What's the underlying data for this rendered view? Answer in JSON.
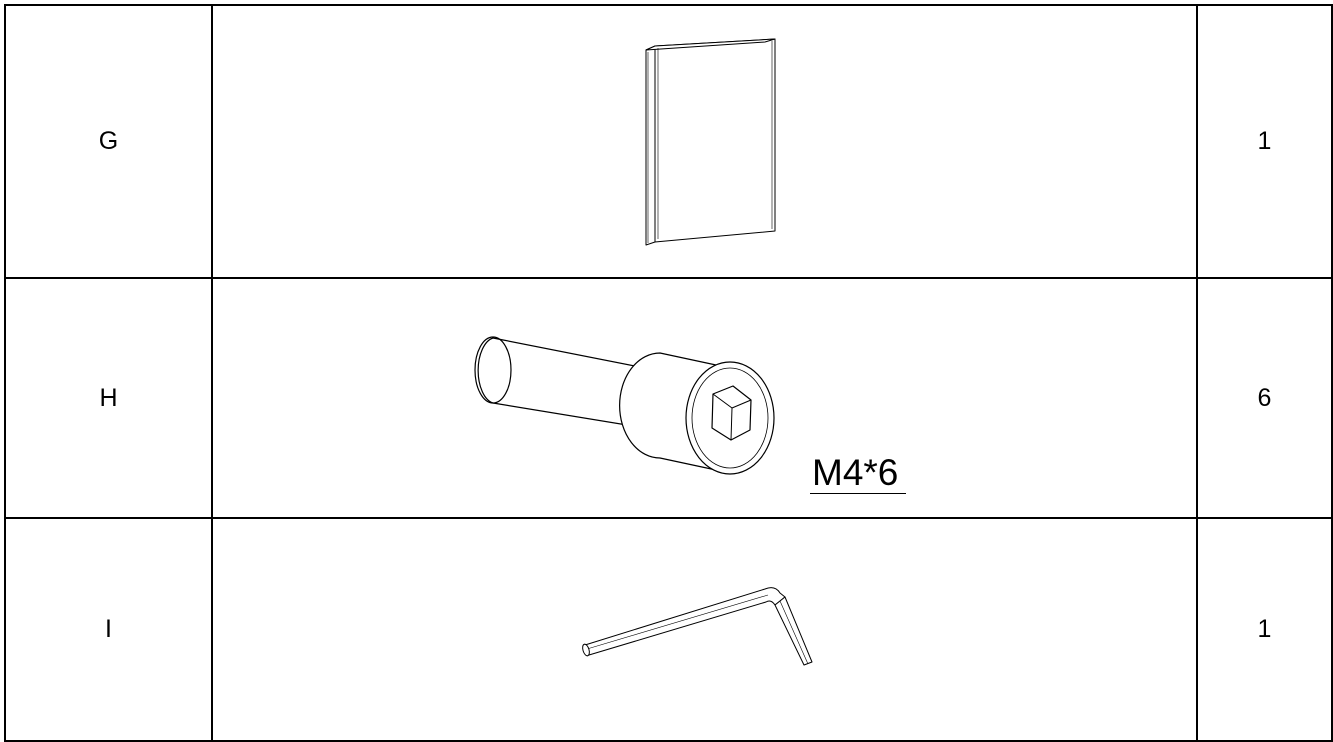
{
  "parts": [
    {
      "id": "G",
      "icon": "plate-icon",
      "quantity": "1",
      "spec": ""
    },
    {
      "id": "H",
      "icon": "socket-head-bolt-icon",
      "quantity": "6",
      "spec": "M4*6"
    },
    {
      "id": "I",
      "icon": "hex-key-icon",
      "quantity": "1",
      "spec": ""
    }
  ]
}
